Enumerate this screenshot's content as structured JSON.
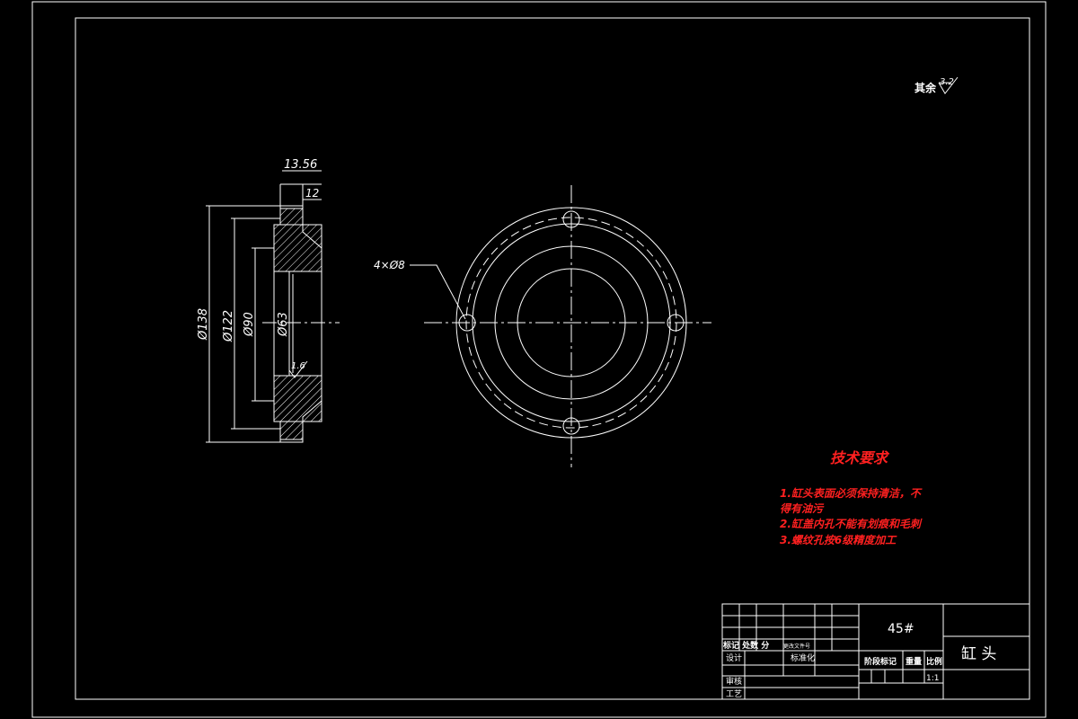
{
  "colors": {
    "background": "#000000",
    "line": "#ffffff",
    "notes": "#ff2020"
  },
  "roughness": {
    "label": "其余",
    "value": "3.2"
  },
  "section_view": {
    "dims": {
      "top_width": "13.56",
      "step": "12",
      "outer_dia": "Ø138",
      "mid_dia": "Ø122",
      "inner_dia": "Ø90",
      "bore_dia": "Ø63",
      "roughness": "1.6"
    }
  },
  "front_view": {
    "hole_label": "4×Ø8"
  },
  "tech_notes": {
    "title": "技术要求",
    "lines": [
      "1.缸头表面必须保持清洁，不",
      "得有油污",
      "2.缸盖内孔不能有划痕和毛刺",
      "3.螺纹孔按6级精度加工"
    ]
  },
  "title_block": {
    "material": "45#",
    "part_name": "缸  头",
    "scale": "1:1",
    "labels": {
      "row_mark": "标记 处数 分",
      "doc_no": "更改文件号",
      "design": "设计",
      "standard": "标准化",
      "stage": "阶段标记",
      "weight": "重量",
      "ratio": "比例",
      "check": "审核",
      "process": "工艺"
    }
  }
}
